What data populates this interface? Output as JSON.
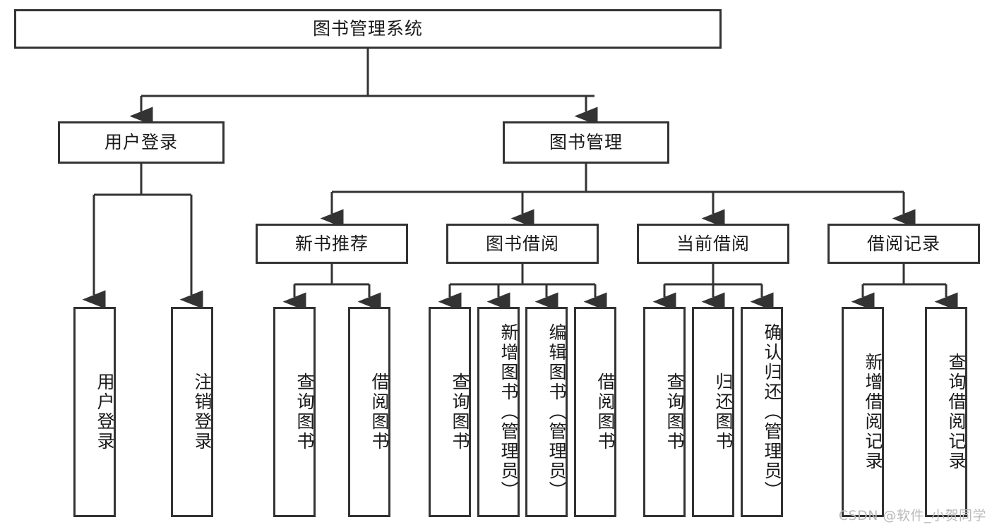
{
  "diagram": {
    "title": "图书管理系统",
    "type": "tree-hierarchy-chart",
    "colors": {
      "box_border": "#333333",
      "box_fill": "#ffffff",
      "connector": "#333333",
      "text": "#1a1a1a",
      "watermark": "#b9b9b9"
    },
    "root": {
      "label": "图书管理系统"
    },
    "level2": [
      {
        "id": "user-login",
        "label": "用户登录"
      },
      {
        "id": "book-management",
        "label": "图书管理"
      }
    ],
    "level3": [
      {
        "id": "new-book-recommend",
        "label": "新书推荐"
      },
      {
        "id": "book-borrow",
        "label": "图书借阅"
      },
      {
        "id": "current-borrow",
        "label": "当前借阅"
      },
      {
        "id": "borrow-record",
        "label": "借阅记录"
      }
    ],
    "leaves": [
      {
        "id": "leaf-user-login",
        "label": "用户登录",
        "parent": "user-login"
      },
      {
        "id": "leaf-logout",
        "label": "注销登录",
        "parent": "user-login"
      },
      {
        "id": "leaf-query-book-1",
        "label": "查询图书",
        "parent": "new-book-recommend"
      },
      {
        "id": "leaf-borrow-book-1",
        "label": "借阅图书",
        "parent": "new-book-recommend"
      },
      {
        "id": "leaf-query-book-2",
        "label": "查询图书",
        "parent": "book-borrow"
      },
      {
        "id": "leaf-add-book",
        "label": "新增图书（管理员）",
        "parent": "book-borrow"
      },
      {
        "id": "leaf-edit-book",
        "label": "编辑图书（管理员）",
        "parent": "book-borrow"
      },
      {
        "id": "leaf-borrow-book-2",
        "label": "借阅图书",
        "parent": "book-borrow"
      },
      {
        "id": "leaf-query-book-3",
        "label": "查询图书",
        "parent": "current-borrow"
      },
      {
        "id": "leaf-return-book",
        "label": "归还图书",
        "parent": "current-borrow"
      },
      {
        "id": "leaf-confirm-return",
        "label": "确认归还（管理员）",
        "parent": "current-borrow"
      },
      {
        "id": "leaf-add-record",
        "label": "新增借阅记录",
        "parent": "borrow-record"
      },
      {
        "id": "leaf-query-record",
        "label": "查询借阅记录",
        "parent": "borrow-record"
      }
    ],
    "watermark": "CSDN @软件_小贺同学"
  }
}
